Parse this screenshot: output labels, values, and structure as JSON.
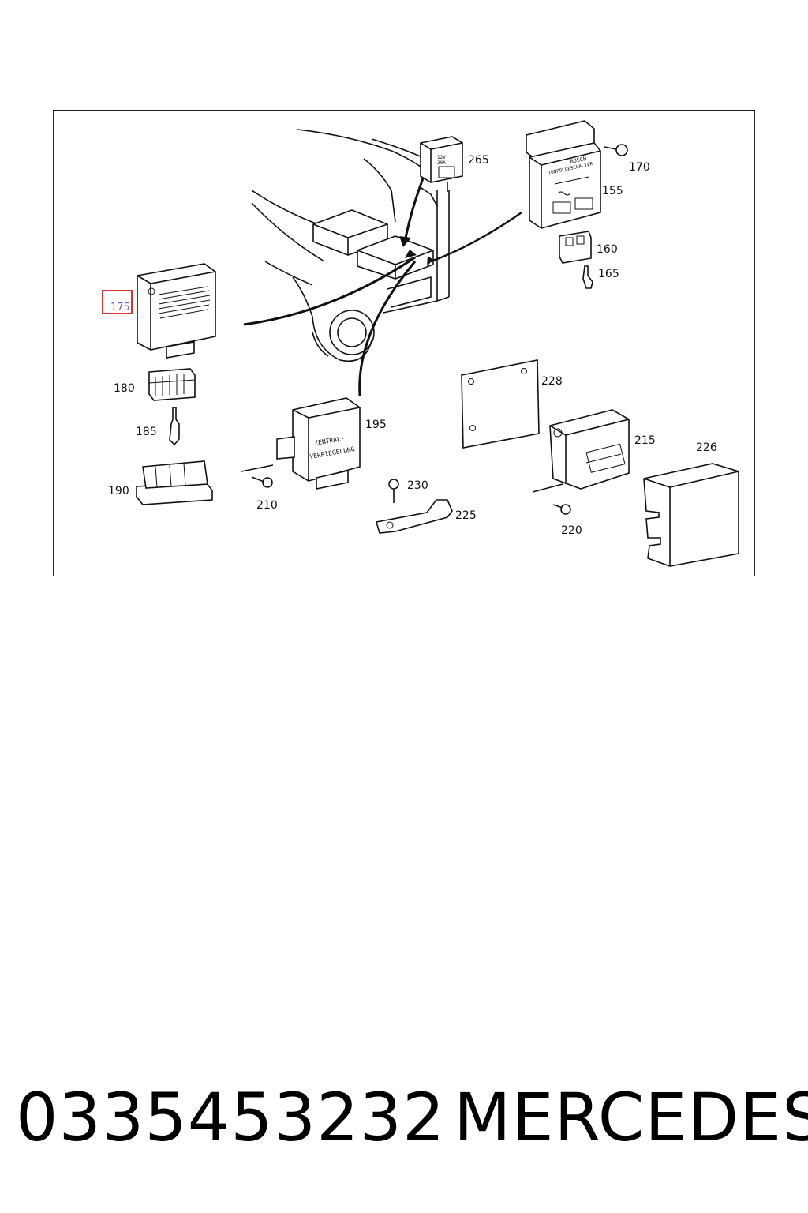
{
  "diagram": {
    "labels": {
      "p155": "155",
      "p160": "160",
      "p165": "165",
      "p170": "170",
      "p175": "175",
      "p180": "180",
      "p185": "185",
      "p190": "190",
      "p195": "195",
      "p210": "210",
      "p215": "215",
      "p220": "220",
      "p225": "225",
      "p226": "226",
      "p228": "228",
      "p230": "230",
      "p265": "265"
    },
    "part_text": {
      "relay_265_line1": "12V",
      "relay_265_line2": "20A",
      "switch_brand": "BOSCH",
      "switch_name": "TONFOLGESCHALTER",
      "central_locking_line1": "ZENTRAL-",
      "central_locking_line2": "VERRIEGELUNG"
    },
    "highlight_color": "#e03030"
  },
  "footer": {
    "part_number": "0335453232",
    "brand": "MERCEDES"
  }
}
